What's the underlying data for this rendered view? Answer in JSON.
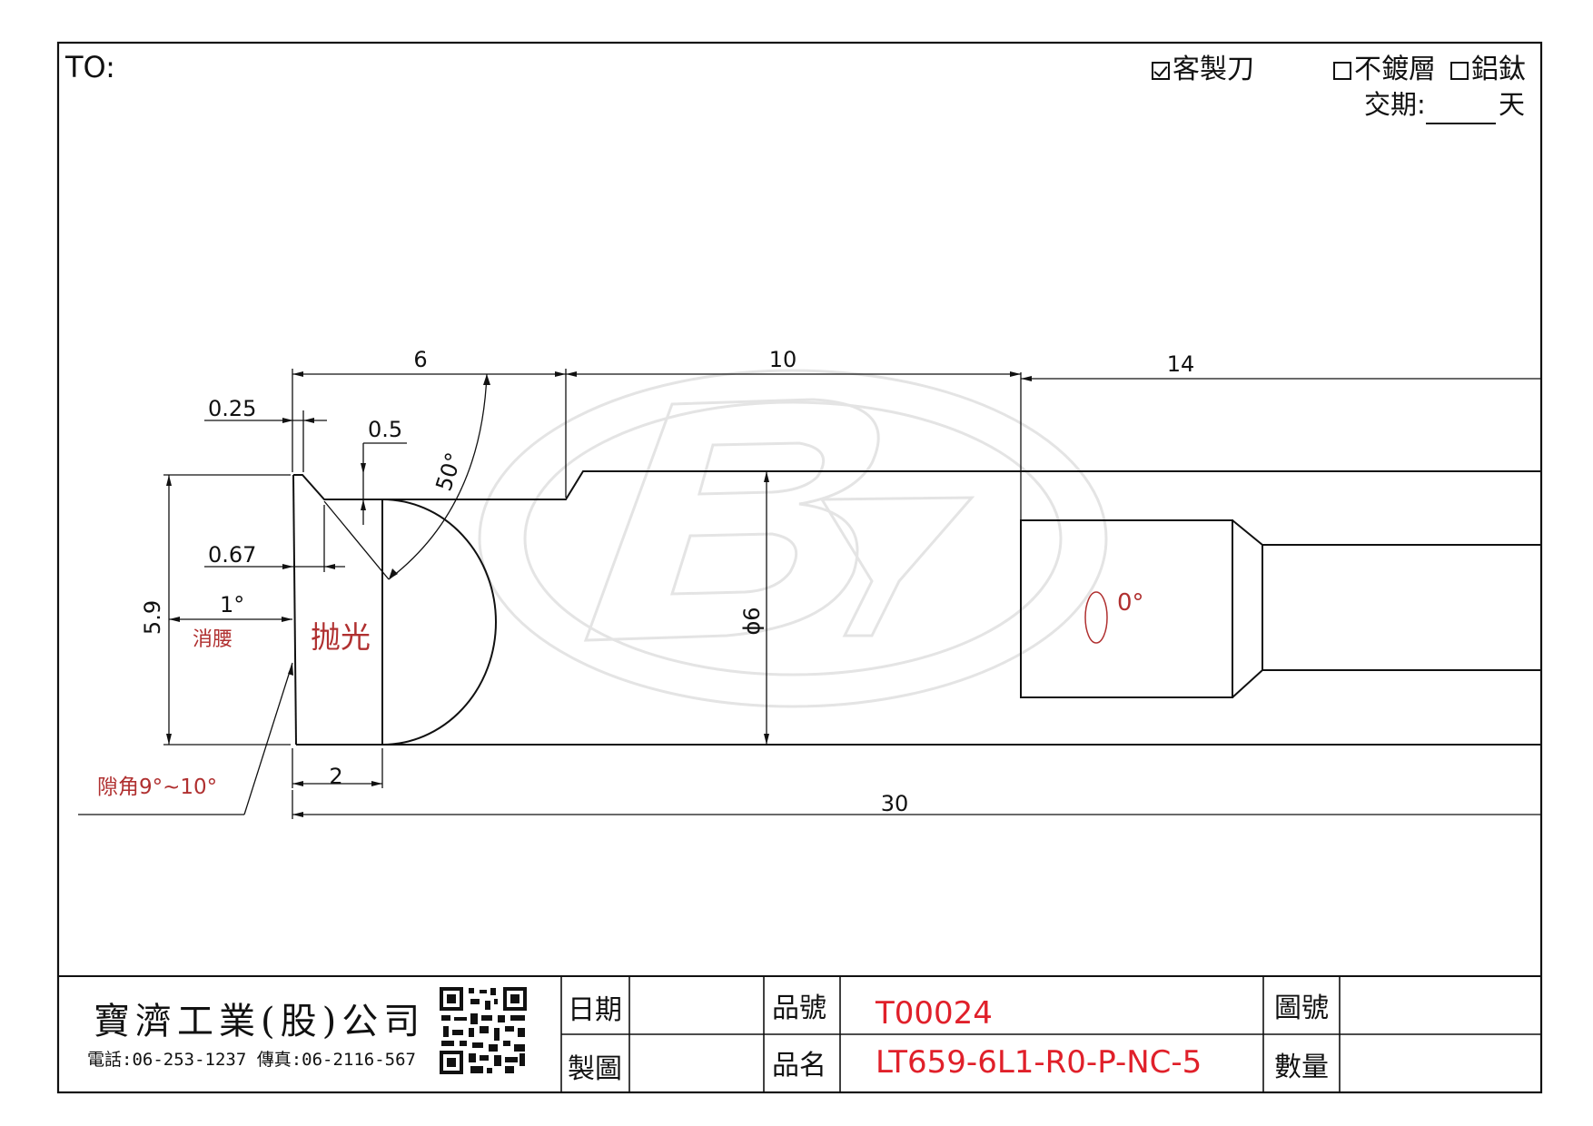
{
  "header": {
    "to_label": "TO:",
    "option_custom_label": "客製刀",
    "option_custom_checked": true,
    "option_no_coating_label": "不鍍層",
    "option_no_coating_checked": false,
    "option_altin_label": "鋁鈦",
    "option_altin_checked": false,
    "delivery_label": "交期:",
    "delivery_value": "",
    "delivery_unit": "天"
  },
  "drawing": {
    "dimensions": {
      "d6_len": "6",
      "d10_len": "10",
      "d14_len": "14",
      "d025": "0.25",
      "d05": "0.5",
      "d067": "0.67",
      "angle50": "50°",
      "angle1": "1°",
      "height59": "5.9",
      "diameter": "ϕ6",
      "d2": "2",
      "d30": "30",
      "note_waist": "消腰",
      "note_polish": "抛光",
      "note_clearance": "隙角9°~10°",
      "zero_deg": "0°"
    },
    "watermark_text": "BY"
  },
  "title_block": {
    "company_name": "寶濟工業(股)公司",
    "contact": "電話:06-253-1237 傳真:06-2116-567",
    "date_label": "日期",
    "date_value": "",
    "drawn_label": "製圖",
    "drawn_value": "",
    "part_no_label": "品號",
    "part_no_value": "T00024",
    "part_name_label": "品名",
    "part_name_value": "LT659-6L1-R0-P-NC-5",
    "drawing_no_label": "圖號",
    "drawing_no_value": "",
    "quantity_label": "數量",
    "quantity_value": ""
  },
  "colors": {
    "line": "#111111",
    "annotation_red": "#b03030",
    "title_red": "#e0202a",
    "watermark": "#e4e4e4"
  }
}
